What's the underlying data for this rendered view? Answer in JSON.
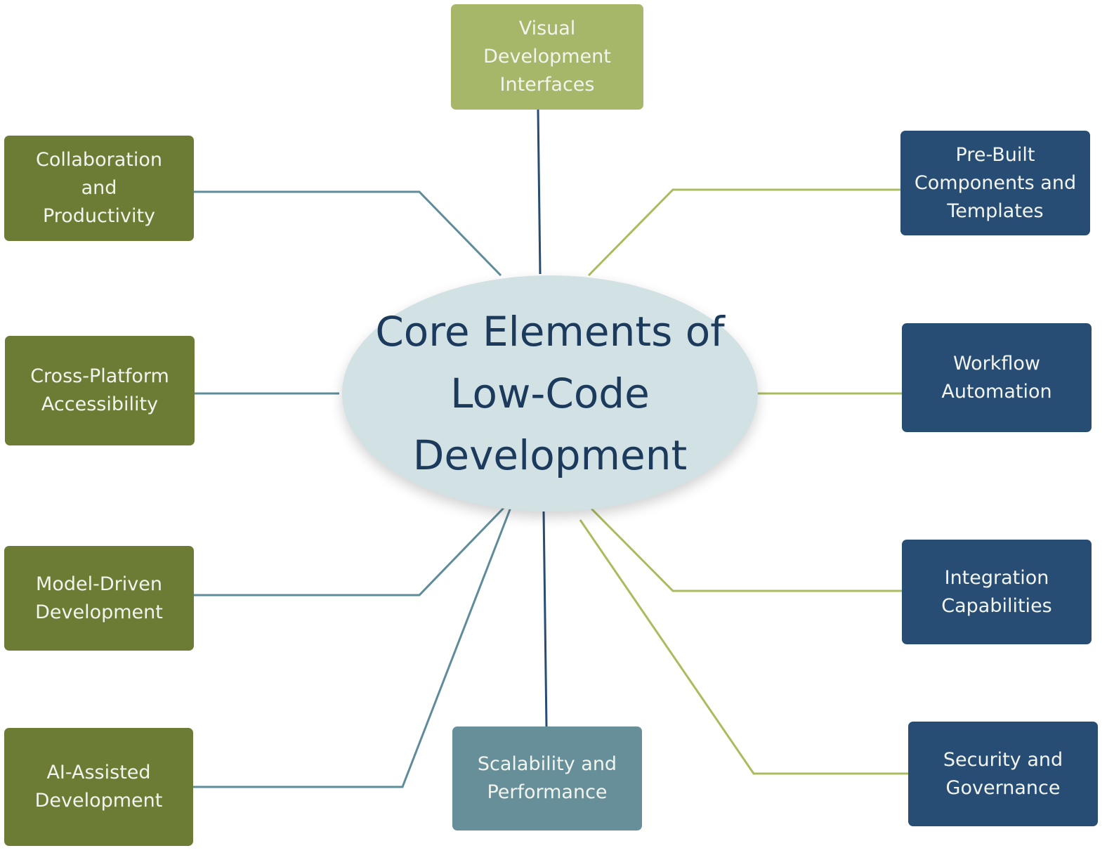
{
  "colors": {
    "background": "#ffffff",
    "center_fill": "#d1e1e4",
    "center_text": "#1b3a5c",
    "dark_green": "#6c7c35",
    "light_green": "#a7b76a",
    "navy": "#284d74",
    "teal": "#678f99",
    "node_text": "#f2f4ee",
    "link_teal": "#5e8c9a",
    "link_green": "#a9bc5e",
    "link_navy": "#284d74"
  },
  "center": {
    "label": "Core Elements of\nLow-Code\nDevelopment"
  },
  "nodes": [
    {
      "id": "visual-development-interfaces",
      "label": "Visual\nDevelopment\nInterfaces",
      "color": "light_green"
    },
    {
      "id": "pre-built-components-and-templates",
      "label": "Pre-Built\nComponents and\nTemplates",
      "color": "navy"
    },
    {
      "id": "workflow-automation",
      "label": "Workflow\nAutomation",
      "color": "navy"
    },
    {
      "id": "integration-capabilities",
      "label": "Integration\nCapabilities",
      "color": "navy"
    },
    {
      "id": "security-and-governance",
      "label": "Security and\nGovernance",
      "color": "navy"
    },
    {
      "id": "scalability-and-performance",
      "label": "Scalability and\nPerformance",
      "color": "teal"
    },
    {
      "id": "ai-assisted-development",
      "label": "AI-Assisted\nDevelopment",
      "color": "dark_green"
    },
    {
      "id": "model-driven-development",
      "label": "Model-Driven\nDevelopment",
      "color": "dark_green"
    },
    {
      "id": "cross-platform-accessibility",
      "label": "Cross-Platform\nAccessibility",
      "color": "dark_green"
    },
    {
      "id": "collaboration-and-productivity",
      "label": "Collaboration\nand\nProductivity",
      "color": "dark_green"
    }
  ],
  "links": [
    {
      "to": "visual-development-interfaces",
      "color": "link_navy"
    },
    {
      "to": "pre-built-components-and-templates",
      "color": "link_green"
    },
    {
      "to": "workflow-automation",
      "color": "link_green"
    },
    {
      "to": "integration-capabilities",
      "color": "link_green"
    },
    {
      "to": "security-and-governance",
      "color": "link_green"
    },
    {
      "to": "scalability-and-performance",
      "color": "link_navy"
    },
    {
      "to": "ai-assisted-development",
      "color": "link_teal"
    },
    {
      "to": "model-driven-development",
      "color": "link_teal"
    },
    {
      "to": "cross-platform-accessibility",
      "color": "link_teal"
    },
    {
      "to": "collaboration-and-productivity",
      "color": "link_teal"
    }
  ]
}
